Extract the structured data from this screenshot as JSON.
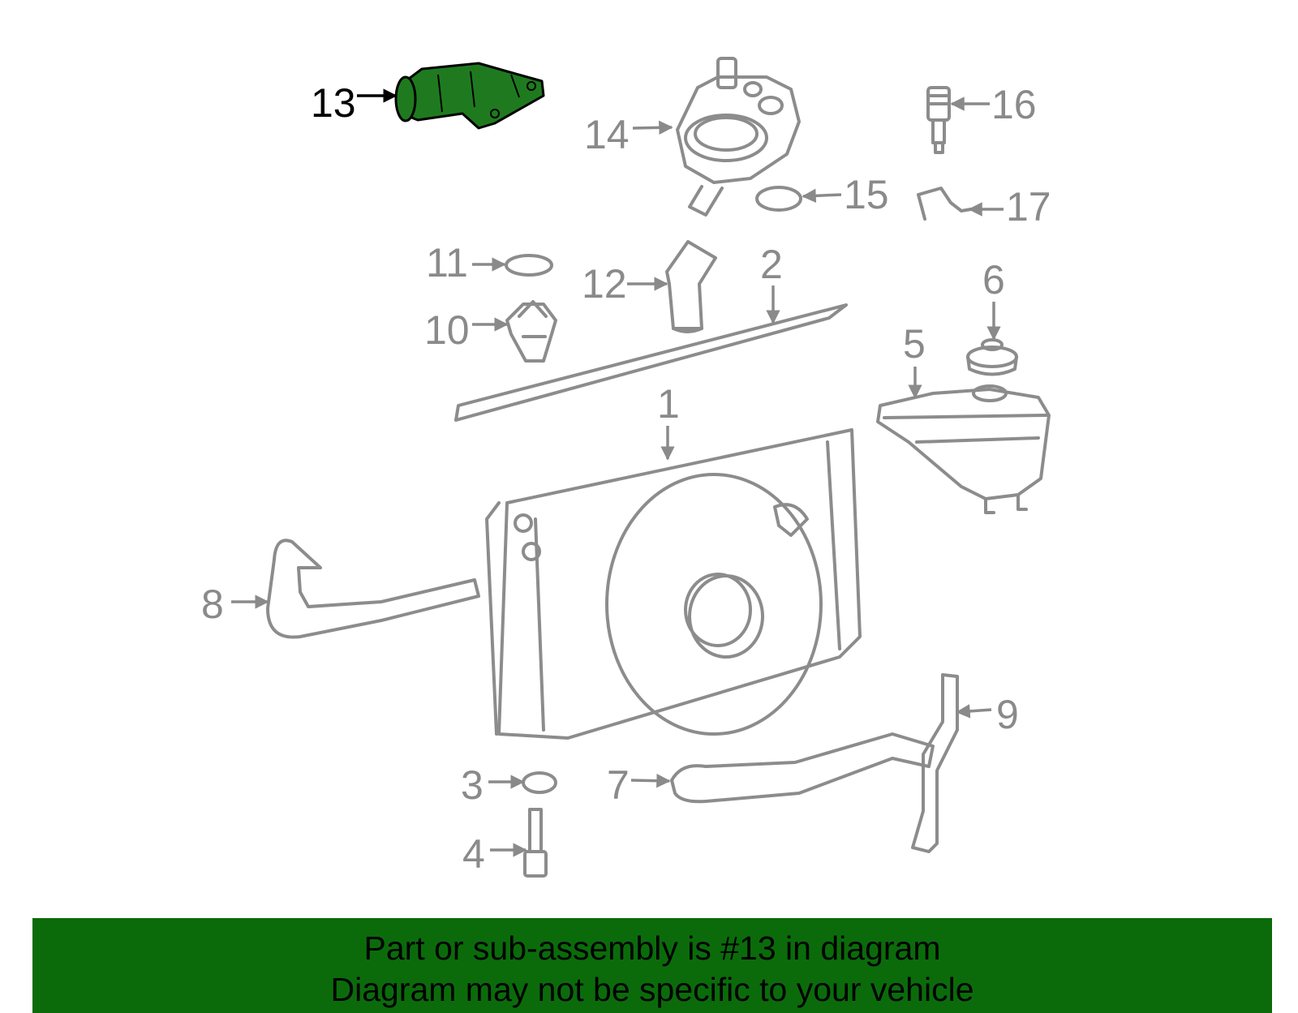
{
  "colors": {
    "highlight_fill": "#1f7a1f",
    "part_stroke": "#8c8c8c",
    "callout_text": "#8a8a8a",
    "active_callout": "#000000",
    "banner_bg": "#0b6b0b"
  },
  "callouts": {
    "c1": "1",
    "c2": "2",
    "c3": "3",
    "c4": "4",
    "c5": "5",
    "c6": "6",
    "c7": "7",
    "c8": "8",
    "c9": "9",
    "c10": "10",
    "c11": "11",
    "c12": "12",
    "c13": "13",
    "c14": "14",
    "c15": "15",
    "c16": "16",
    "c17": "17"
  },
  "highlighted_part": "13",
  "banner": {
    "line1": "Part or sub-assembly is #13 in diagram",
    "line2": "Diagram may not be specific to your vehicle"
  }
}
